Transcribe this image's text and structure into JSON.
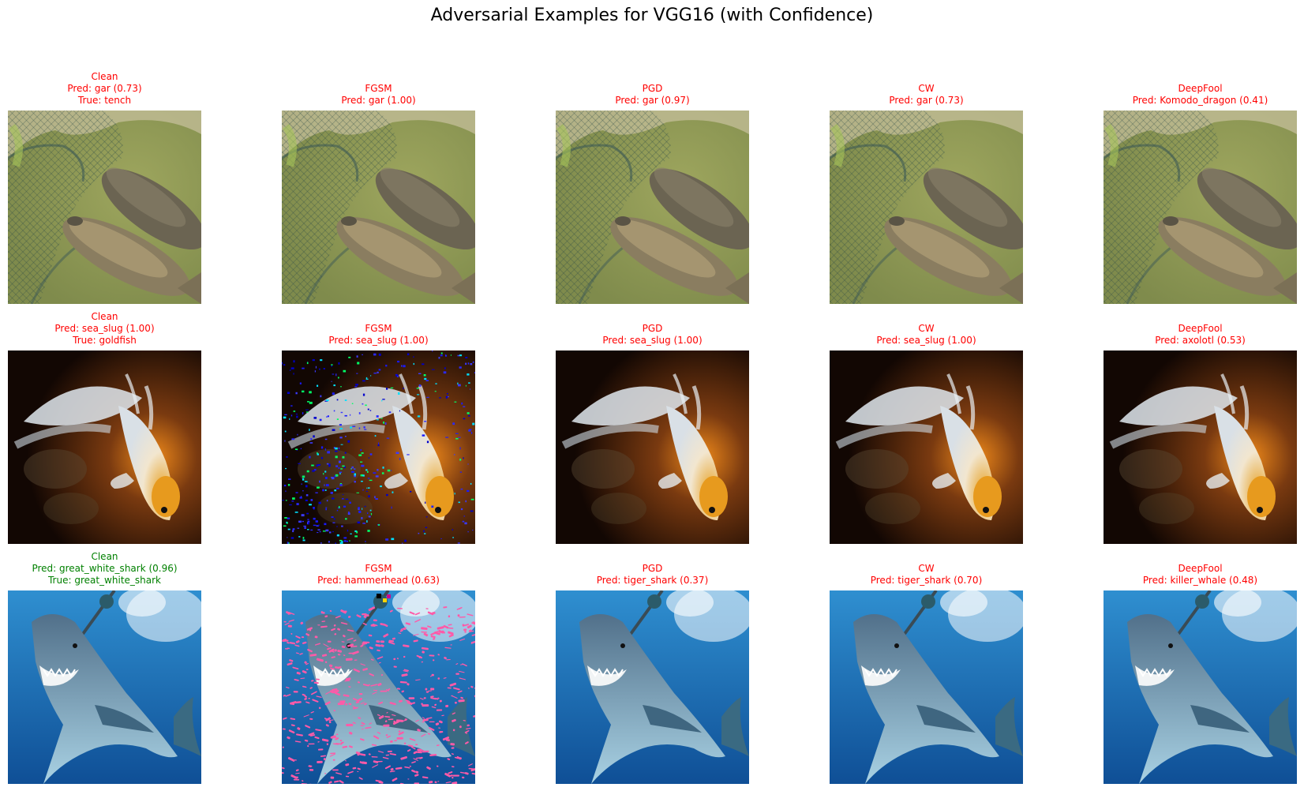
{
  "figure": {
    "title": "Adversarial Examples for VGG16 (with Confidence)"
  },
  "colors": {
    "misclassified": "#ff0000",
    "correct": "#008000"
  },
  "rows": [
    {
      "subject": "tench",
      "panels": [
        {
          "method": "Clean",
          "pred": "Pred: gar (0.73)",
          "true": "True: tench",
          "status": "misclassified",
          "noise": "none"
        },
        {
          "method": "FGSM",
          "pred": "Pred: gar (1.00)",
          "status": "misclassified",
          "noise": "none"
        },
        {
          "method": "PGD",
          "pred": "Pred: gar (0.97)",
          "status": "misclassified",
          "noise": "none"
        },
        {
          "method": "CW",
          "pred": "Pred: gar (0.73)",
          "status": "misclassified",
          "noise": "none"
        },
        {
          "method": "DeepFool",
          "pred": "Pred: Komodo_dragon (0.41)",
          "status": "misclassified",
          "noise": "none"
        }
      ]
    },
    {
      "subject": "goldfish",
      "panels": [
        {
          "method": "Clean",
          "pred": "Pred: sea_slug (1.00)",
          "true": "True: goldfish",
          "status": "misclassified",
          "noise": "none"
        },
        {
          "method": "FGSM",
          "pred": "Pred: sea_slug (1.00)",
          "status": "misclassified",
          "noise": "blue-green"
        },
        {
          "method": "PGD",
          "pred": "Pred: sea_slug (1.00)",
          "status": "misclassified",
          "noise": "none"
        },
        {
          "method": "CW",
          "pred": "Pred: sea_slug (1.00)",
          "status": "misclassified",
          "noise": "none"
        },
        {
          "method": "DeepFool",
          "pred": "Pred: axolotl (0.53)",
          "status": "misclassified",
          "noise": "none"
        }
      ]
    },
    {
      "subject": "great_white_shark",
      "panels": [
        {
          "method": "Clean",
          "pred": "Pred: great_white_shark (0.96)",
          "true": "True: great_white_shark",
          "status": "correct",
          "noise": "none"
        },
        {
          "method": "FGSM",
          "pred": "Pred: hammerhead (0.63)",
          "status": "misclassified",
          "noise": "pink"
        },
        {
          "method": "PGD",
          "pred": "Pred: tiger_shark (0.37)",
          "status": "misclassified",
          "noise": "none"
        },
        {
          "method": "CW",
          "pred": "Pred: tiger_shark (0.70)",
          "status": "misclassified",
          "noise": "none"
        },
        {
          "method": "DeepFool",
          "pred": "Pred: killer_whale (0.48)",
          "status": "misclassified",
          "noise": "none"
        }
      ]
    }
  ]
}
